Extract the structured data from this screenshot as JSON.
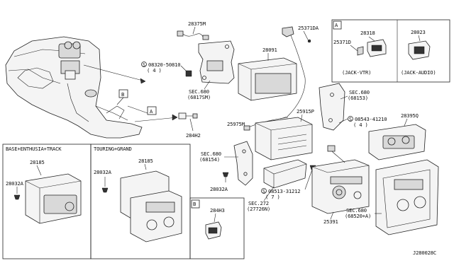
{
  "labels": {
    "p28375M": "28375M",
    "p25371DA": "25371DA",
    "p28091": "28091",
    "p28318": "28318",
    "p28023": "28023",
    "p25371D": "25371D",
    "jack_vtr": "(JACK-VTR)",
    "jack_audio": "(JACK-AUDIO)",
    "bolt1": "08320-50810",
    "bolt1_qty": "( 4 )",
    "sec680a": "SEC.680",
    "sec680a_ref": "(6817SM)",
    "sec680b": "SEC.680",
    "sec680b_ref": "(68153)",
    "p28395Q": "28395Q",
    "bolt2": "08543-41210",
    "bolt2_qty": "( 4 )",
    "p25975M": "25975M",
    "p25915P": "25915P",
    "p284H2": "284H2",
    "sec680c": "SEC.680",
    "sec680c_ref": "(68154)",
    "p28032A_main": "28032A",
    "sec272": "SEC.272",
    "sec272_ref": "(27726N)",
    "bolt3": "08513-31212",
    "bolt3_qty": "( 7 )",
    "p25391": "25391",
    "sec680d": "SEC.680",
    "sec680d_ref": "(68520+A)",
    "diagram_code": "J280028C",
    "callout_A": "A",
    "callout_B": "B",
    "box_base_title": "BASE+ENTHUSIA+TRACK",
    "box_touring_title": "TOURING+GRAND",
    "p28185_base": "28185",
    "p28032A_base": "28032A",
    "p28185_tour": "28185",
    "p28032A_tour": "28032A",
    "p284H3": "284H3"
  }
}
